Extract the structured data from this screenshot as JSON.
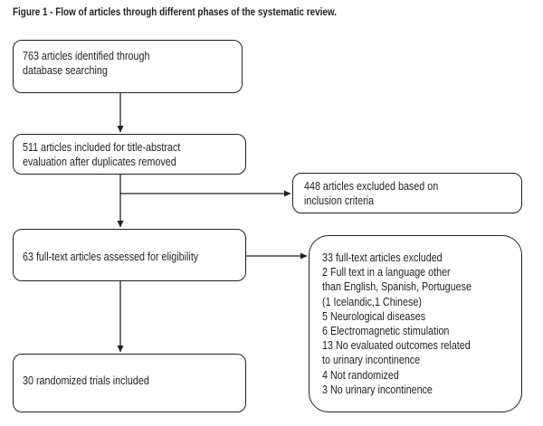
{
  "figure": {
    "title": "Figure 1 - Flow of articles through different phases of the systematic review."
  },
  "boxes": {
    "identified": {
      "lines": [
        "763 articles identified through",
        "database searching"
      ]
    },
    "screened": {
      "lines": [
        "511 articles included for title-abstract",
        "evaluation after duplicates removed"
      ]
    },
    "excluded_title": {
      "lines": [
        "448 articles excluded based on",
        "inclusion criteria"
      ]
    },
    "assessed": {
      "lines": [
        "63 full-text articles assessed for eligibility"
      ]
    },
    "excluded_fulltext": {
      "lines": [
        "33 full-text articles excluded",
        "2 Full text in a language other",
        "than English, Spanish, Portuguese",
        "(1 Icelandic,1 Chinese)",
        "5 Neurological diseases",
        "6 Electromagnetic stimulation",
        "13 No evaluated outcomes related",
        "to urinary incontinence",
        "4 Not randomized",
        "3 No urinary incontinence"
      ]
    },
    "included": {
      "lines": [
        "30 randomized trials included"
      ]
    }
  },
  "colors": {
    "ink": "#231f20",
    "background": "#ffffff"
  }
}
